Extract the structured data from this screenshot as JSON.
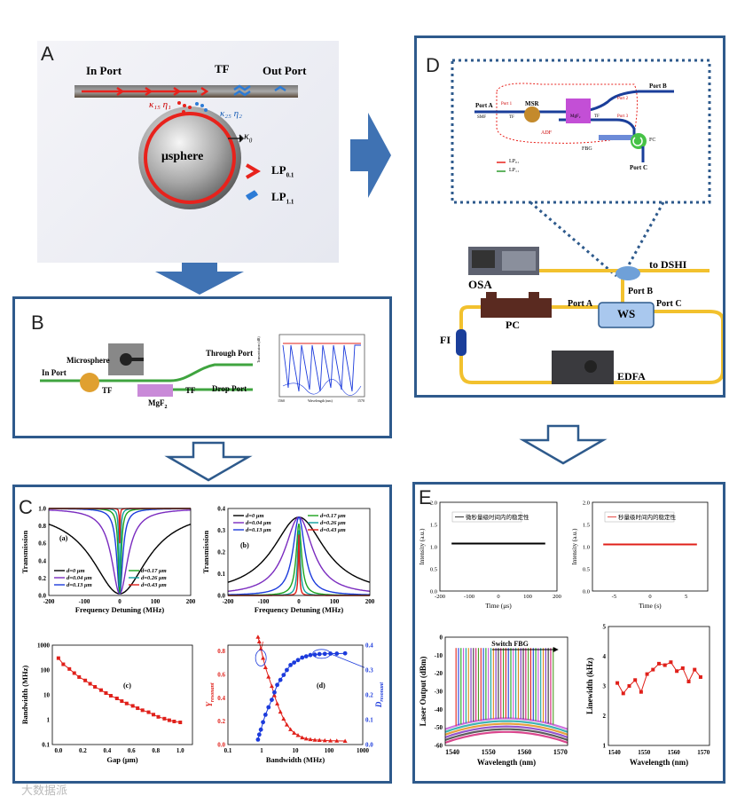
{
  "panels": {
    "A": {
      "letter": "A",
      "in_port": "In Port",
      "tf": "TF",
      "out_port": "Out Port",
      "kappa1": "κ₁₅ η₁",
      "kappa2": "κ₂₅ η₂",
      "kappa0": "κ",
      "kappa0_sub": "0",
      "sphere": "μsphere",
      "lp01": "LP",
      "lp01_sub": "0.1",
      "lp11": "LP",
      "lp11_sub": "1.1"
    },
    "B": {
      "letter": "B",
      "microsphere": "Microsphere",
      "through_port": "Through Port",
      "in_port": "In Port",
      "tf_left": "TF",
      "tf_right": "TF",
      "drop_port": "Drop Port",
      "mgf2": "MgF",
      "mgf2_sub": "2",
      "inset_ylabel": "Transmission (dB)",
      "inset_xlabel": "Wavelength (nm)",
      "inset_x_left": "1560",
      "inset_x_right": "1570"
    },
    "C": {
      "letter": "C",
      "sub_a": "(a)",
      "sub_b": "(b)",
      "sub_c": "(c)",
      "sub_d": "(d)",
      "ylabel_transmission": "Transmission",
      "xlabel_detuning": "Frequency Detuning (MHz)",
      "ylabel_bandwidth": "Bandwidth (MHz)",
      "xlabel_gap": "Gap (μm)",
      "xlabel_bandwidth": "Bandwidth (MHz)",
      "ylabel_gamma": "Y",
      "ylabel_gamma_sub": "resonant",
      "ylabel_d": "D",
      "ylabel_d_sub": "resonant",
      "legend_a": [
        "d=0 μm",
        "d=0.04 μm",
        "d=0.13 μm",
        "d=0.17 μm",
        "d=0.26 μm",
        "d=0.43 μm"
      ],
      "legend_b": [
        "d=0 μm",
        "d=0.04 μm",
        "d=0.13 μm",
        "d=0.17 μm",
        "d=0.26 μm",
        "d=0.43 μm"
      ]
    },
    "D": {
      "letter": "D",
      "port_a": "Port A",
      "port_b": "Port B",
      "port_c": "Port C",
      "port_1": "Port 1",
      "port_2": "Port 2",
      "port_3": "Port 3",
      "smf": "SMF",
      "tf1": "TF",
      "tf2": "TF",
      "msr": "MSR",
      "mgf": "MgF₂",
      "adf": "ADF",
      "fbg": "FBG",
      "fc": "FC",
      "lp01": "LP₀₁",
      "lp11": "LP₁₁",
      "osa": "OSA",
      "to_dshi": "to  DSHI",
      "ws_port_b": "Port B",
      "ws_port_a": "Port A",
      "ws_port_c": "Port C",
      "ws": "WS",
      "pc": "PC",
      "fi": "FI",
      "edfa": "EDFA"
    },
    "E": {
      "letter": "E",
      "top_left_legend": "微秒量级时间内的稳定性",
      "top_right_legend": "秒量级时间内的稳定性",
      "ylabel_intensity": "Intensity (a.u.)",
      "xlabel_time_us": "Time (μs)",
      "xlabel_time_s": "Time (s)",
      "switch_fbg": "Switch FBG",
      "ylabel_laser": "Laser Output (dBm)",
      "xlabel_wavelength": "Wavelength (nm)",
      "ylabel_linewidth": "Linewidth (kHz)",
      "xlabel_wavelength2": "Wavelength (nm)"
    }
  },
  "watermark": "大数据派",
  "colors": {
    "arrow_blue": "#3f72b3",
    "frame_blue": "#2e5a8c",
    "red": "#e8221c",
    "fiber_yellow": "#f2c12e"
  },
  "chart_data": [
    {
      "id": "C-a",
      "type": "line",
      "xlabel": "Frequency Detuning (MHz)",
      "ylabel": "Transmission",
      "xlim": [
        -200,
        200
      ],
      "ylim": [
        0,
        1.0
      ],
      "x_ticks": [
        "-200",
        "-100",
        "0",
        "100",
        "200"
      ],
      "y_ticks": [
        "0.0",
        "0.2",
        "0.4",
        "0.6",
        "0.8",
        "1.0"
      ],
      "series": [
        {
          "name": "d=0 μm",
          "color": "#000000",
          "width_mhz": 110,
          "depth": 0.98,
          "floor": 0.02
        },
        {
          "name": "d=0.04 μm",
          "color": "#7a2bbf",
          "width_mhz": 55,
          "depth": 0.98
        },
        {
          "name": "d=0.13 μm",
          "color": "#1c3bdc",
          "width_mhz": 20,
          "depth": 0.98
        },
        {
          "name": "d=0.17 μm",
          "color": "#1ca21c",
          "width_mhz": 10,
          "depth": 0.97
        },
        {
          "name": "d=0.26 μm",
          "color": "#0fa0a0",
          "width_mhz": 5,
          "depth": 0.9
        },
        {
          "name": "d=0.43 μm",
          "color": "#e0201a",
          "width_mhz": 2,
          "depth": 0.4
        }
      ]
    },
    {
      "id": "C-b",
      "type": "line",
      "xlabel": "Frequency Detuning (MHz)",
      "ylabel": "Transmission",
      "xlim": [
        -200,
        200
      ],
      "ylim": [
        0,
        0.4
      ],
      "x_ticks": [
        "-200",
        "-100",
        "0",
        "100",
        "200"
      ],
      "y_ticks": [
        "0.0",
        "0.1",
        "0.2",
        "0.3",
        "0.4"
      ],
      "series": [
        {
          "name": "d=0 μm",
          "color": "#000000",
          "width_mhz": 180,
          "peak": 0.36
        },
        {
          "name": "d=0.04 μm",
          "color": "#7a2bbf",
          "width_mhz": 95,
          "peak": 0.36
        },
        {
          "name": "d=0.13 μm",
          "color": "#1c3bdc",
          "width_mhz": 40,
          "peak": 0.36
        },
        {
          "name": "d=0.17 μm",
          "color": "#1ca21c",
          "width_mhz": 18,
          "peak": 0.33
        },
        {
          "name": "d=0.26 μm",
          "color": "#0fa0a0",
          "width_mhz": 9,
          "peak": 0.3
        },
        {
          "name": "d=0.43 μm",
          "color": "#e0201a",
          "width_mhz": 4,
          "peak": 0.28
        }
      ]
    },
    {
      "id": "C-c",
      "type": "scatter",
      "xlabel": "Gap (μm)",
      "ylabel": "Bandwidth (MHz)",
      "xlim": [
        -0.05,
        1.1
      ],
      "ylim_log": [
        0.1,
        1000
      ],
      "x_ticks": [
        "0.0",
        "0.2",
        "0.4",
        "0.6",
        "0.8",
        "1.0"
      ],
      "y_ticks": [
        "0.1",
        "1",
        "10",
        "100",
        "1000"
      ],
      "x": [
        0,
        0.04,
        0.09,
        0.13,
        0.17,
        0.22,
        0.26,
        0.3,
        0.35,
        0.39,
        0.43,
        0.48,
        0.52,
        0.56,
        0.61,
        0.65,
        0.69,
        0.74,
        0.78,
        0.82,
        0.87,
        0.91,
        0.95,
        1.0
      ],
      "y": [
        300,
        170,
        110,
        75,
        52,
        38,
        28,
        21,
        15.5,
        11.8,
        9.2,
        7.2,
        5.6,
        4.5,
        3.6,
        2.9,
        2.4,
        2.0,
        1.6,
        1.3,
        1.1,
        0.95,
        0.85,
        0.78
      ]
    },
    {
      "id": "C-d",
      "type": "scatter",
      "xlabel": "Bandwidth (MHz)",
      "xlim_log": [
        0.1,
        1000
      ],
      "x_ticks": [
        "0.1",
        "1",
        "10",
        "100",
        "1000"
      ],
      "y_left_ticks": [
        "0.0",
        "0.2",
        "0.4",
        "0.6",
        "0.8"
      ],
      "y_right_ticks": [
        "0.0",
        "0.1",
        "0.2",
        "0.3",
        "0.4"
      ],
      "series": [
        {
          "name": "Y resonant",
          "color": "#e0201a",
          "x": [
            0.78,
            0.85,
            0.95,
            1.1,
            1.3,
            1.6,
            2.0,
            2.4,
            2.9,
            3.6,
            4.5,
            5.6,
            7.2,
            9.2,
            12,
            16,
            21,
            28,
            38,
            52,
            75,
            110,
            170,
            300
          ],
          "y": [
            0.92,
            0.88,
            0.82,
            0.74,
            0.66,
            0.58,
            0.5,
            0.42,
            0.35,
            0.28,
            0.22,
            0.17,
            0.13,
            0.1,
            0.08,
            0.06,
            0.05,
            0.045,
            0.04,
            0.038,
            0.035,
            0.033,
            0.032,
            0.03
          ]
        },
        {
          "name": "D resonant",
          "color": "#1c3bdc",
          "x": [
            0.78,
            0.85,
            0.95,
            1.1,
            1.3,
            1.6,
            2.0,
            2.4,
            2.9,
            3.6,
            4.5,
            5.6,
            7.2,
            9.2,
            12,
            16,
            21,
            28,
            38,
            52,
            75,
            110,
            170,
            300
          ],
          "y": [
            0.02,
            0.04,
            0.06,
            0.09,
            0.12,
            0.15,
            0.18,
            0.21,
            0.24,
            0.26,
            0.28,
            0.3,
            0.32,
            0.33,
            0.34,
            0.35,
            0.355,
            0.36,
            0.362,
            0.364,
            0.365,
            0.366,
            0.366,
            0.367
          ]
        }
      ]
    },
    {
      "id": "E-top-left",
      "type": "line",
      "xlabel": "Time (μs)",
      "ylabel": "Intensity (a.u.)",
      "xlim": [
        -200,
        200
      ],
      "ylim": [
        0,
        2.0
      ],
      "x_ticks": [
        "-200",
        "-100",
        "0",
        "100",
        "200"
      ],
      "y_ticks": [
        "0.0",
        "0.5",
        "1.0",
        "1.5",
        "2.0"
      ],
      "series": [
        {
          "name": "微秒量级时间内的稳定性",
          "color": "#000000",
          "x": [
            -160,
            160
          ],
          "y": [
            1.07,
            1.07
          ]
        }
      ]
    },
    {
      "id": "E-top-right",
      "type": "line",
      "xlabel": "Time (s)",
      "ylabel": "Intensity (a.u.)",
      "xlim": [
        -8,
        8
      ],
      "ylim": [
        0,
        2.0
      ],
      "x_ticks": [
        "-5",
        "0",
        "5"
      ],
      "y_ticks": [
        "0.0",
        "0.5",
        "1.0",
        "1.5",
        "2.0"
      ],
      "series": [
        {
          "name": "秒量级时间内的稳定性",
          "color": "#e0201a",
          "x": [
            -6.5,
            6.5
          ],
          "y": [
            1.05,
            1.05
          ]
        }
      ]
    },
    {
      "id": "E-bottom-left",
      "type": "line",
      "xlabel": "Wavelength (nm)",
      "ylabel": "Laser Output (dBm)",
      "xlim": [
        1538,
        1572
      ],
      "ylim": [
        -60,
        0
      ],
      "x_ticks": [
        "1540",
        "1550",
        "1560",
        "1570"
      ],
      "y_ticks": [
        "-60",
        "-50",
        "-40",
        "-30",
        "-20",
        "-10",
        "0"
      ],
      "line_count": 40,
      "line_range": [
        1541,
        1568
      ],
      "peak_dbm": -6
    },
    {
      "id": "E-bottom-right",
      "type": "line",
      "xlabel": "Wavelength (nm)",
      "ylabel": "Linewidth (kHz)",
      "xlim": [
        1538,
        1572
      ],
      "ylim": [
        1,
        5
      ],
      "x_ticks": [
        "1540",
        "1550",
        "1560",
        "1570"
      ],
      "y_ticks": [
        "1",
        "2",
        "3",
        "4",
        "5"
      ],
      "x": [
        1541,
        1543,
        1545,
        1547,
        1549,
        1551,
        1553,
        1555,
        1557,
        1559,
        1561,
        1563,
        1565,
        1567,
        1569
      ],
      "y": [
        3.1,
        2.75,
        3.0,
        3.2,
        2.8,
        3.4,
        3.55,
        3.75,
        3.7,
        3.8,
        3.5,
        3.6,
        3.15,
        3.55,
        3.3
      ]
    }
  ]
}
